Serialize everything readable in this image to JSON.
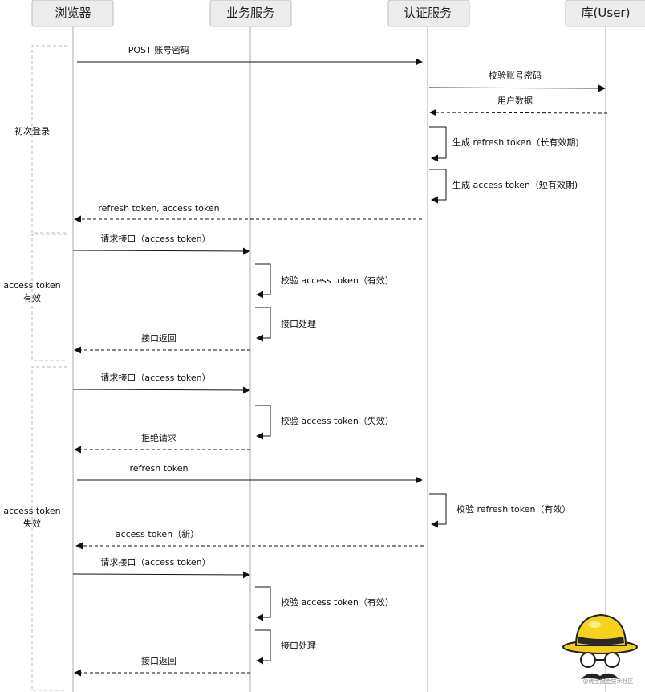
{
  "participants": [
    {
      "id": "browser",
      "label": "浏览器"
    },
    {
      "id": "biz",
      "label": "业务服务"
    },
    {
      "id": "auth",
      "label": "认证服务"
    },
    {
      "id": "db",
      "label": "库(User)"
    }
  ],
  "groups": [
    {
      "lines": [
        "初次登录"
      ]
    },
    {
      "lines": [
        "access token",
        "有效"
      ]
    },
    {
      "lines": [
        "access token",
        "失效"
      ]
    }
  ],
  "messages": [
    {
      "from": "browser",
      "to": "auth",
      "style": "solid",
      "label": "POST 账号密码"
    },
    {
      "from": "auth",
      "to": "db",
      "style": "solid",
      "label": "校验账号密码"
    },
    {
      "from": "db",
      "to": "auth",
      "style": "dashed",
      "label": "用户数据"
    },
    {
      "from": "auth",
      "to": "auth",
      "style": "self",
      "label": "生成 refresh token（长有效期)"
    },
    {
      "from": "auth",
      "to": "auth",
      "style": "self",
      "label": "生成 access token（短有效期)"
    },
    {
      "from": "auth",
      "to": "browser",
      "style": "dashed",
      "label": "refresh token, access token"
    },
    {
      "from": "browser",
      "to": "biz",
      "style": "solid",
      "label": "请求接口（access token）"
    },
    {
      "from": "biz",
      "to": "biz",
      "style": "self",
      "label": "校验 access token（有效）"
    },
    {
      "from": "biz",
      "to": "biz",
      "style": "self",
      "label": "接口处理"
    },
    {
      "from": "biz",
      "to": "browser",
      "style": "dashed",
      "label": "接口返回"
    },
    {
      "from": "browser",
      "to": "biz",
      "style": "solid",
      "label": "请求接口（access token）"
    },
    {
      "from": "biz",
      "to": "biz",
      "style": "self",
      "label": "校验 access token（失效）"
    },
    {
      "from": "biz",
      "to": "browser",
      "style": "dashed",
      "label": "拒绝请求"
    },
    {
      "from": "browser",
      "to": "auth",
      "style": "solid",
      "label": "refresh token"
    },
    {
      "from": "auth",
      "to": "auth",
      "style": "self",
      "label": "校验 refresh token（有效）"
    },
    {
      "from": "auth",
      "to": "browser",
      "style": "dashed",
      "label": "access token（新）"
    },
    {
      "from": "browser",
      "to": "biz",
      "style": "solid",
      "label": "请求接口（access token）"
    },
    {
      "from": "biz",
      "to": "biz",
      "style": "self",
      "label": "校验 access token（有效）"
    },
    {
      "from": "biz",
      "to": "biz",
      "style": "self",
      "label": "接口处理"
    },
    {
      "from": "biz",
      "to": "browser",
      "style": "dashed",
      "label": "接口返回"
    }
  ],
  "watermark": {
    "text": "@稀土掘金技术社区"
  }
}
